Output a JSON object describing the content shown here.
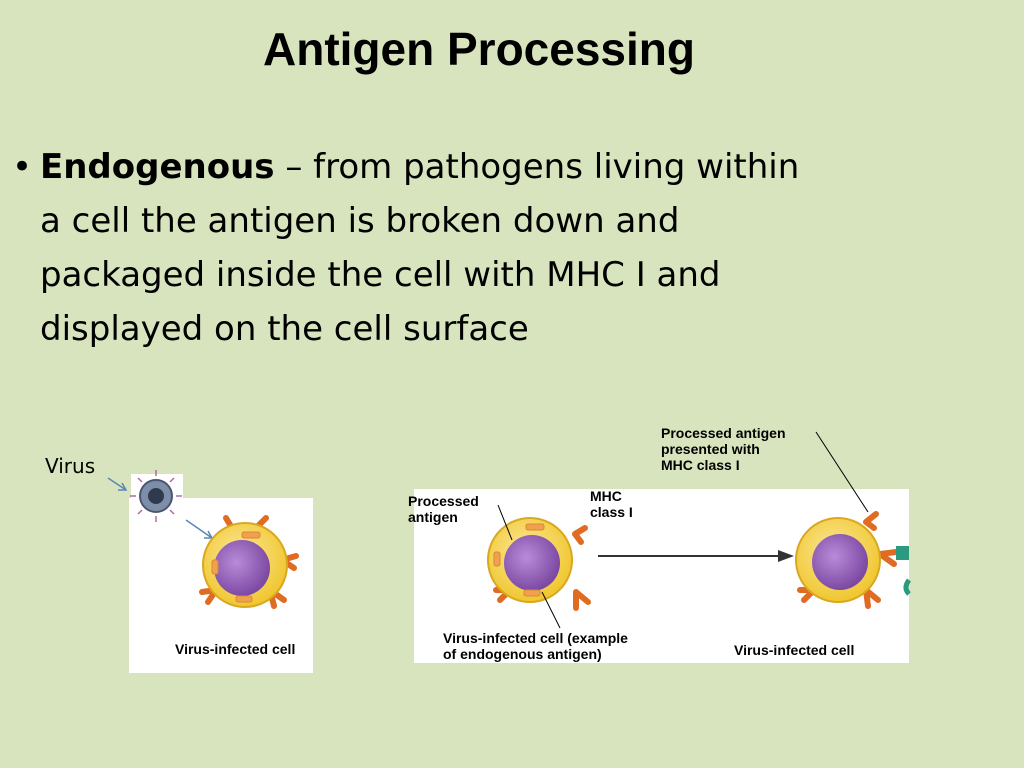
{
  "slide": {
    "title": "Antigen Processing",
    "bullet": {
      "term": "Endogenous",
      "text": " – from pathogens living within a cell the antigen is broken down and packaged inside the cell with MHC I and displayed on the cell surface"
    }
  },
  "figure_left": {
    "virus_label": "Virus",
    "cell_label": "Virus-infected cell"
  },
  "figure_right": {
    "processed_antigen_label": "Processed\nantigen",
    "mhc_label": "MHC\nclass I",
    "presented_label": "Processed antigen\npresented with\nMHC class I",
    "caption_left": "Virus-infected cell (example\nof endogenous antigen)",
    "caption_right": "Virus-infected cell"
  },
  "colors": {
    "background": "#d7e4bd",
    "cell_fill": "#f2cf3c",
    "nucleus": "#8d5bb3",
    "receptor": "#e8732a",
    "virus": "#6b7f99"
  }
}
